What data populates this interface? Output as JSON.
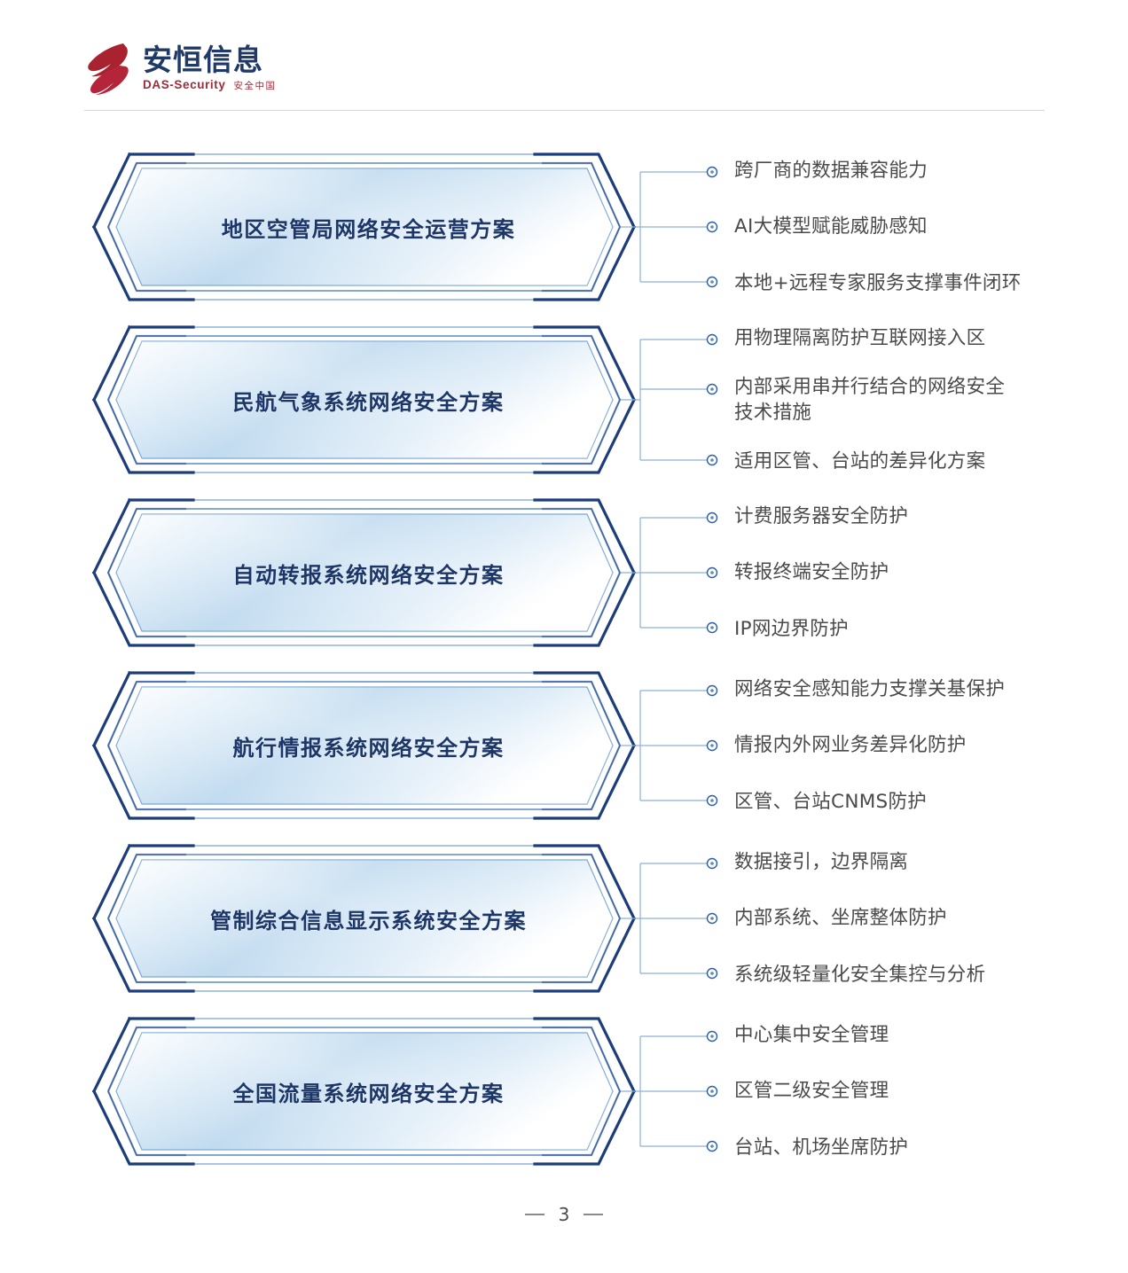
{
  "brand": {
    "name_cn": "安恒信息",
    "name_en": "DAS-Security",
    "slogan": "安全中国",
    "accent_red": "#9e2b3a",
    "accent_navy": "#1f3a68"
  },
  "theme": {
    "hex_border_dark": "#1d3c7a",
    "hex_border_light": "#7fa8d4",
    "hex_fill_start": "#ffffff",
    "hex_fill_mid": "#bcd8ee",
    "hex_fill_end": "#ffffff",
    "title_color": "#1d3668",
    "bullet_text_color": "#4a4a4a",
    "connector_color": "#8ab0d8"
  },
  "sections": [
    {
      "title": "地区空管局网络安全运营方案",
      "bullets": [
        "跨厂商的数据兼容能力",
        "AI大模型赋能威胁感知",
        "本地+远程专家服务支撑事件闭环"
      ]
    },
    {
      "title": "民航气象系统网络安全方案",
      "bullets": [
        "用物理隔离防护互联网接入区",
        "内部采用串并行结合的网络安全\n技术措施",
        "适用区管、台站的差异化方案"
      ]
    },
    {
      "title": "自动转报系统网络安全方案",
      "bullets": [
        "计费服务器安全防护",
        "转报终端安全防护",
        "IP网边界防护"
      ]
    },
    {
      "title": "航行情报系统网络安全方案",
      "bullets": [
        "网络安全感知能力支撑关基保护",
        "情报内外网业务差异化防护",
        "区管、台站CNMS防护"
      ]
    },
    {
      "title": "管制综合信息显示系统安全方案",
      "bullets": [
        "数据接引，边界隔离",
        "内部系统、坐席整体防护",
        "系统级轻量化安全集控与分析"
      ]
    },
    {
      "title": "全国流量系统网络安全方案",
      "bullets": [
        "中心集中安全管理",
        "区管二级安全管理",
        "台站、机场坐席防护"
      ]
    }
  ],
  "footer": {
    "page_number": "3",
    "left_dash": "—",
    "right_dash": "—"
  }
}
